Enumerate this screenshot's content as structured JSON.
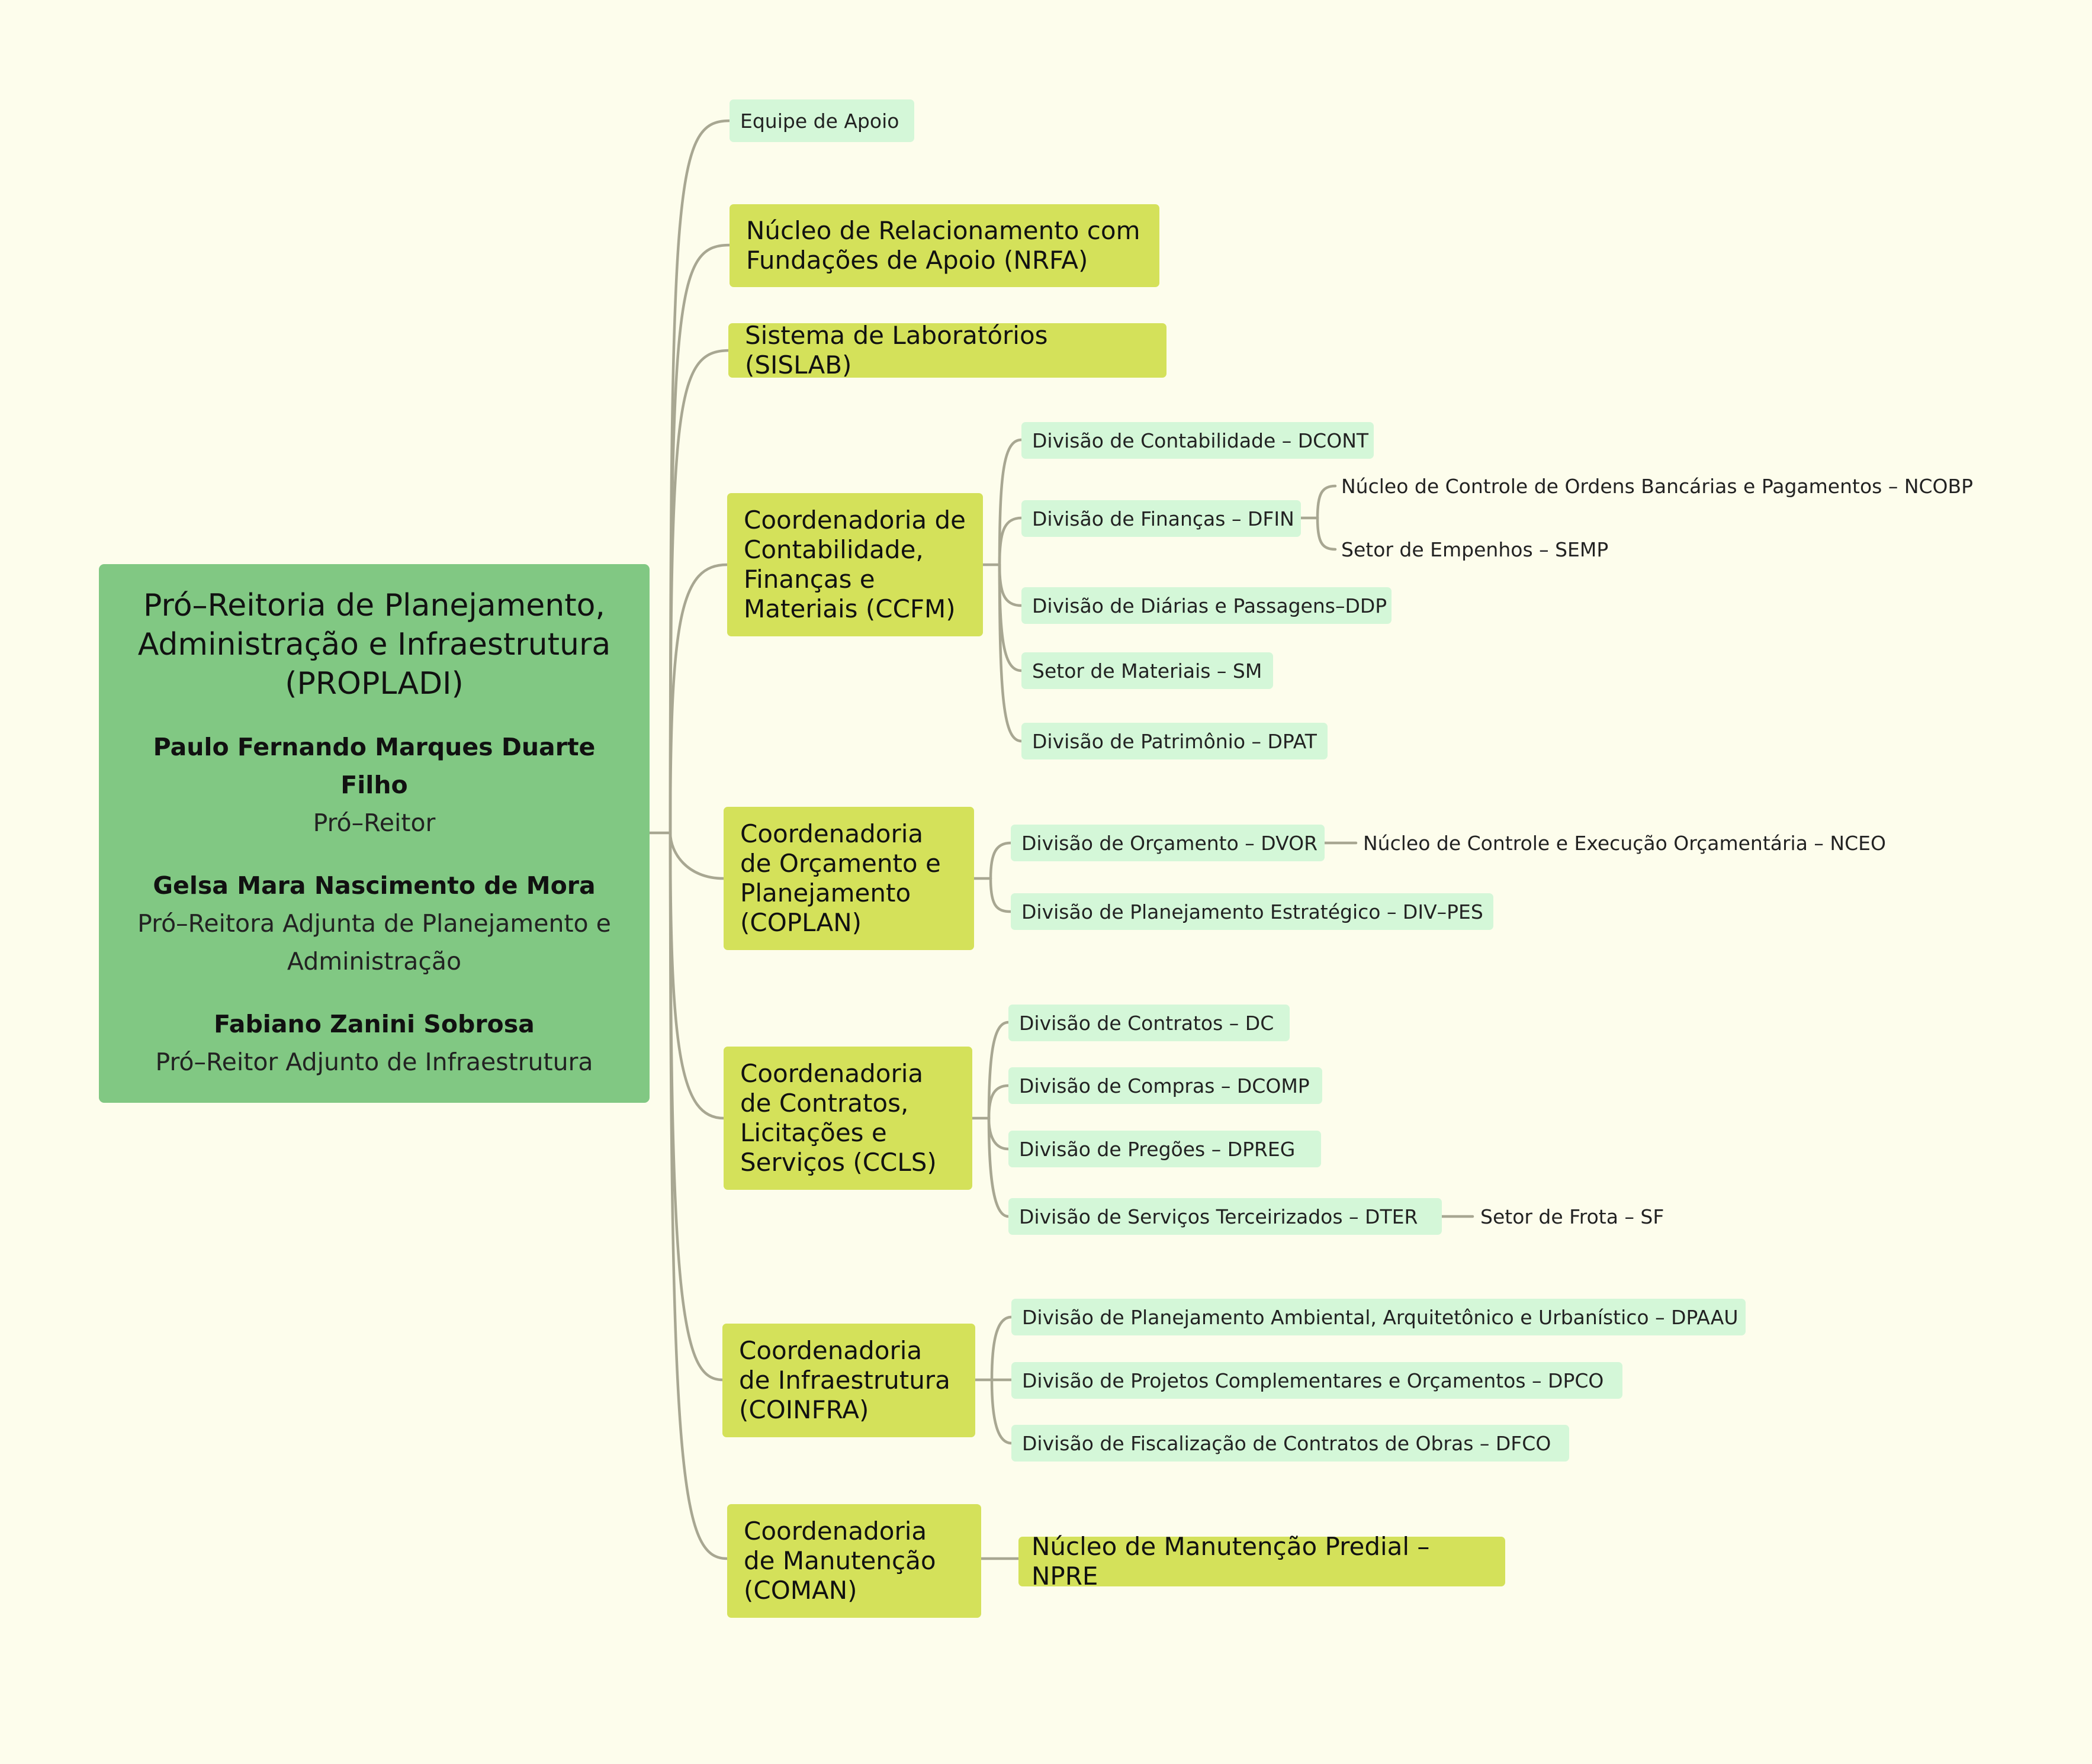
{
  "root": {
    "title": "Pró–Reitoria de Planejamento, Administração e Infraestrutura (PROPLADI)",
    "people": [
      {
        "name": "Paulo Fernando Marques Duarte Filho",
        "role": "Pró–Reitor"
      },
      {
        "name": "Gelsa Mara Nascimento de Mora",
        "role": "Pró–Reitora Adjunta de Planejamento e Administração"
      },
      {
        "name": "Fabiano Zanini Sobrosa",
        "role": "Pró–Reitor Adjunto de Infraestrutura"
      }
    ]
  },
  "units": {
    "apoio": "Equipe de Apoio",
    "nrfa": "Núcleo de Relacionamento com Fundações de Apoio (NRFA)",
    "sislab": "Sistema de Laboratórios (SISLAB)",
    "ccfm": {
      "label": "Coordenadoria de Contabilidade, Finanças e Materiais (CCFM)",
      "children": [
        "Divisão de Contabilidade – DCONT",
        "Divisão de Finanças – DFIN",
        "Divisão de Diárias e Passagens–DDP",
        "Setor de Materiais – SM",
        "Divisão de Patrimônio – DPAT"
      ],
      "dfin_children": [
        "Núcleo de Controle de Ordens Bancárias e Pagamentos – NCOBP",
        "Setor de Empenhos – SEMP"
      ]
    },
    "coplan": {
      "label": "Coordenadoria de Orçamento e Planejamento (COPLAN)",
      "children": [
        "Divisão de Orçamento – DVOR",
        "Divisão de Planejamento Estratégico – DIV–PES"
      ],
      "dvor_child": "Núcleo de Controle e Execução Orçamentária – NCEO"
    },
    "ccls": {
      "label": "Coordenadoria de Contratos, Licitações e Serviços (CCLS)",
      "children": [
        "Divisão de Contratos – DC",
        "Divisão de Compras – DCOMP",
        "Divisão de Pregões – DPREG",
        "Divisão de Serviços Terceirizados – DTER"
      ],
      "dter_child": "Setor de Frota – SF"
    },
    "coinfra": {
      "label": "Coordenadoria de Infraestrutura (COINFRA)",
      "children": [
        "Divisão de Planejamento Ambiental, Arquitetônico e Urbanístico – DPAAU",
        "Divisão de Projetos Complementares e Orçamentos – DPCO",
        "Divisão de Fiscalização de Contratos de Obras – DFCO"
      ]
    },
    "coman": {
      "label": "Coordenadoria de Manutenção (COMAN)",
      "child": "Núcleo de Manutenção Predial – NPRE"
    }
  },
  "colors": {
    "background": "#fdfdec",
    "root_fill": "#81c883",
    "level1_fill": "#d4e15a",
    "leaf_fill": "#d4f7d8",
    "connector": "#a8a792"
  }
}
